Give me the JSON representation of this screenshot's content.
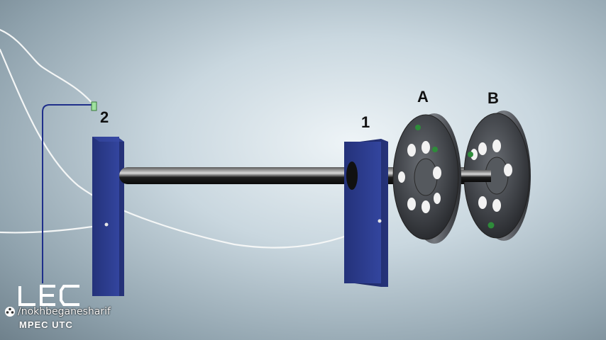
{
  "labels": {
    "support_2": "2",
    "support_1": "1",
    "disk_a": "A",
    "disk_b": "B"
  },
  "overlay": {
    "watermark_handle": "/nokhbeganesharif",
    "brand_name": "MPEC UTC"
  },
  "colors": {
    "support_block": "#2b3b8c",
    "shaft": "#1a1a1a",
    "disk": "#4a4d52",
    "sensor_marker": "#2e8b3a",
    "cable": "#f4f6f6",
    "signal_wire": "#1f2f8a"
  }
}
